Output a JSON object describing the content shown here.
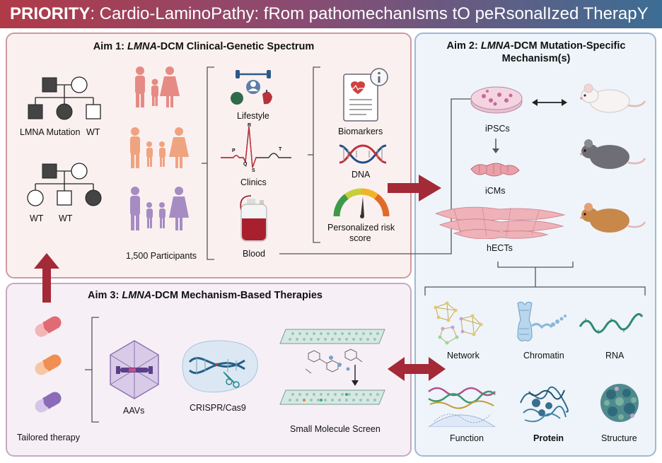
{
  "banner": {
    "lead": "PRIORITY",
    "rest": ": Cardio-LaminoPathy: fRom pathomechanIsms tO peRsonalIzed TherapY"
  },
  "aim1": {
    "title_prefix": "Aim 1: ",
    "title_italic": "LMNA",
    "title_suffix": "-DCM Clinical-Genetic Spectrum",
    "pedigree_labels": {
      "mutation": "LMNA Mutation",
      "wt_a": "WT",
      "wt_b": "WT",
      "wt_c": "WT"
    },
    "participants": "1,500 Participants",
    "items": {
      "lifestyle": "Lifestyle",
      "clinics": "Clinics",
      "blood": "Blood"
    },
    "ecg": {
      "p": "P",
      "q": "Q",
      "r": "R",
      "s": "S",
      "t": "T"
    },
    "outputs": {
      "biomarkers": "Biomarkers",
      "dna": "DNA",
      "risk_line1": "Personalized risk",
      "risk_line2": "score"
    }
  },
  "aim2": {
    "title_line1_prefix": "Aim 2: ",
    "title_italic": "LMNA",
    "title_line1_suffix": "-DCM Mutation-Specific",
    "title_line2": "Mechanism(s)",
    "models": {
      "ipsc": "iPSCs",
      "icm": "iCMs",
      "hect": "hECTs"
    },
    "omics": {
      "network": "Network",
      "chromatin": "Chromatin",
      "rna": "RNA",
      "function": "Function",
      "protein": "Protein",
      "structure": "Structure"
    }
  },
  "aim3": {
    "title_prefix": "Aim 3: ",
    "title_italic": "LMNA",
    "title_suffix": "-DCM Mechanism-Based Therapies",
    "tailored": "Tailored therapy",
    "aav": "AAVs",
    "crispr": "CRISPR/Cas9",
    "screen": "Small Molecule Screen"
  },
  "colors": {
    "red_arrow": "#a32a36",
    "male_person": "#e58b84",
    "female_person": "#f0a37f",
    "child_person": "#a58cc2"
  }
}
